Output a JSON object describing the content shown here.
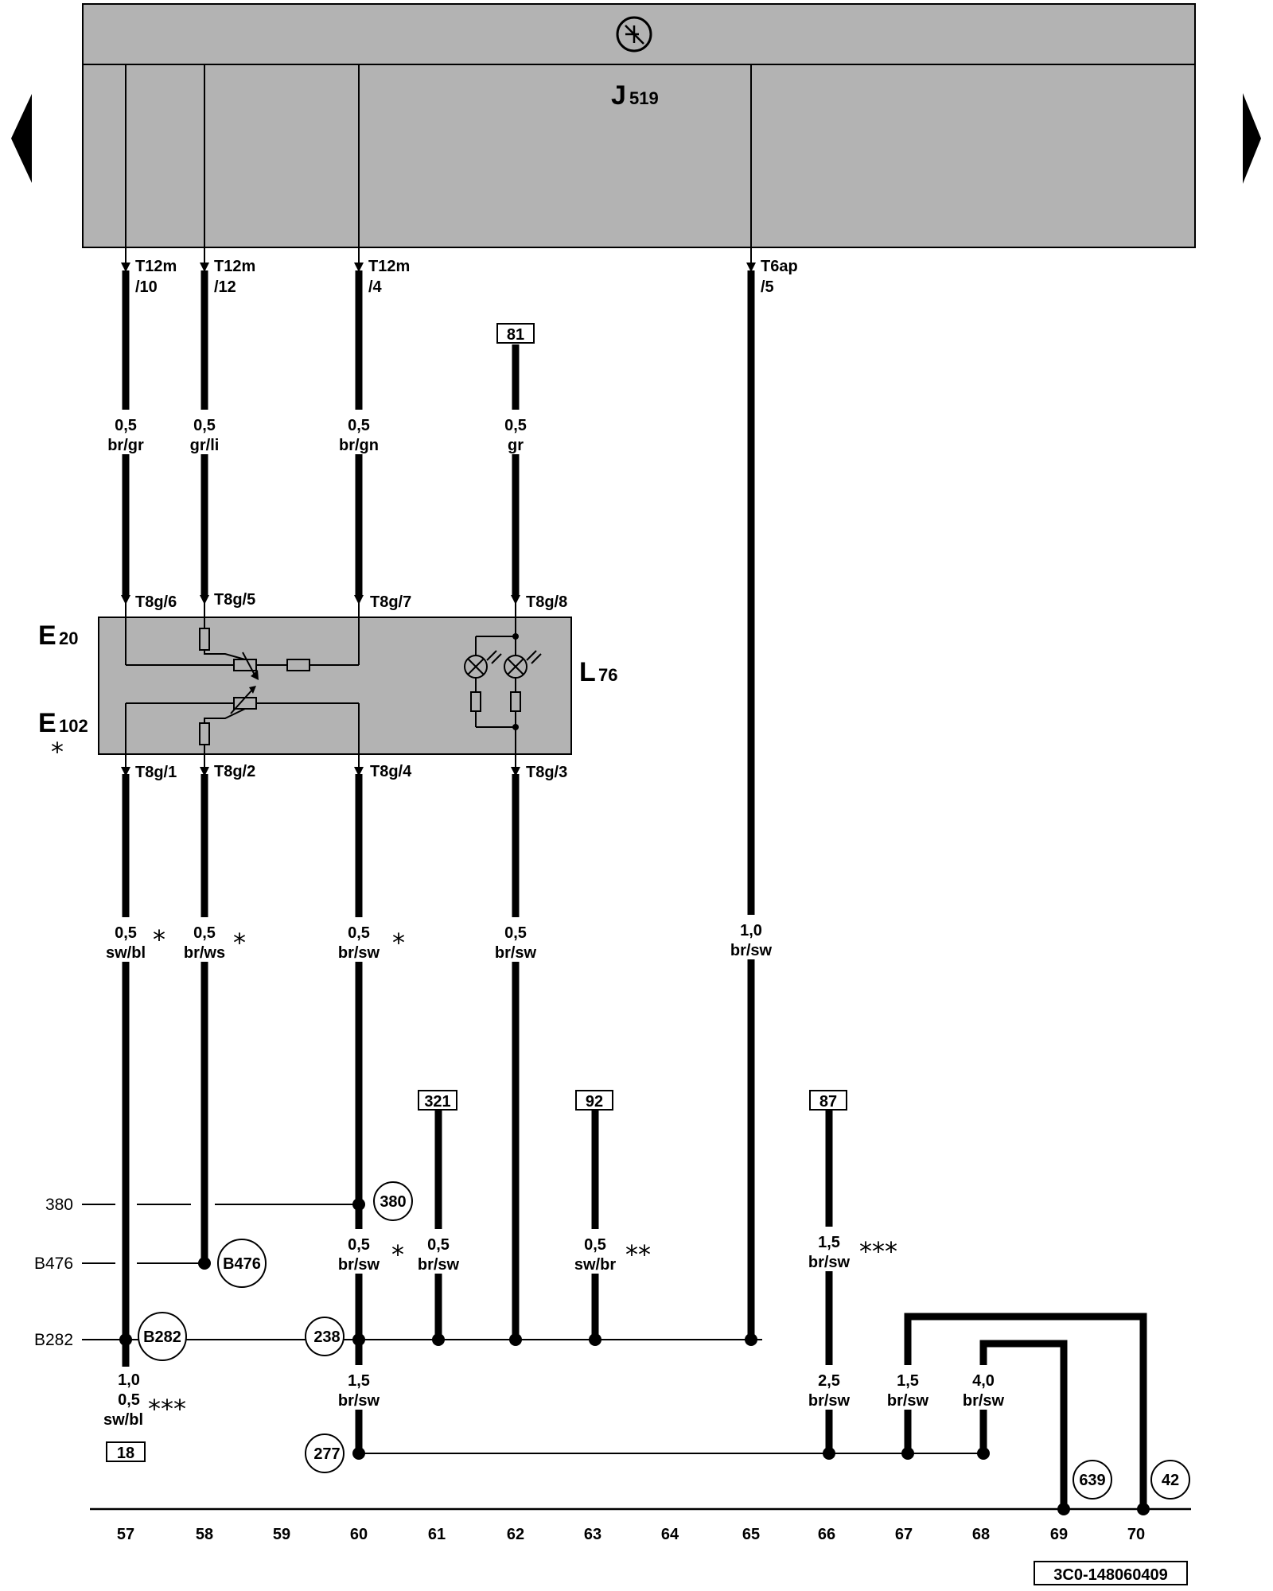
{
  "control_unit": {
    "name": "J",
    "sub": "519"
  },
  "navigation": {
    "prev_label": "",
    "next_label": ""
  },
  "components": {
    "e20": {
      "name": "E",
      "sub": "20"
    },
    "e102": {
      "name": "E",
      "sub": "102",
      "star": "*"
    },
    "l76": {
      "name": "L",
      "sub": "76"
    }
  },
  "top_pins": [
    {
      "l1": "T12m",
      "l2": "/10"
    },
    {
      "l1": "T12m",
      "l2": "/12"
    },
    {
      "l1": "T12m",
      "l2": "/4"
    },
    {
      "l1": "T6ap",
      "l2": "/5"
    }
  ],
  "switch_pins": {
    "top": [
      "T8g/6",
      "T8g/5",
      "T8g/7",
      "T8g/8"
    ],
    "bottom": [
      "T8g/1",
      "T8g/2",
      "T8g/4",
      "T8g/3"
    ]
  },
  "wire_labels": [
    {
      "size": "0,5",
      "color": "br/gr"
    },
    {
      "size": "0,5",
      "color": "gr/li"
    },
    {
      "size": "0,5",
      "color": "br/gn"
    },
    {
      "size": "0,5",
      "color": "gr"
    },
    {
      "size": "0,5",
      "color": "sw/bl",
      "star": "*"
    },
    {
      "size": "0,5",
      "color": "br/ws",
      "star": "*"
    },
    {
      "size": "0,5",
      "color": "br/sw",
      "star": "*"
    },
    {
      "size": "0,5",
      "color": "br/sw"
    },
    {
      "size": "1,0",
      "color": "br/sw"
    },
    {
      "size": "0,5",
      "color": "br/sw",
      "star": "*"
    },
    {
      "size": "0,5",
      "color": "br/sw"
    },
    {
      "size": "0,5",
      "color": "sw/br",
      "star": "**"
    },
    {
      "size": "1,5",
      "color": "br/sw",
      "star": "***"
    },
    {
      "size": "1,5",
      "color": "br/sw"
    },
    {
      "size": "2,5",
      "color": "br/sw"
    },
    {
      "size": "1,5",
      "color": "br/sw"
    },
    {
      "size": "4,0",
      "color": "br/sw"
    }
  ],
  "wire_57_bottom": {
    "l1": "1,0",
    "l2": "0,5",
    "l3": "sw/bl",
    "star": "***"
  },
  "boxed_refs": [
    "81",
    "321",
    "92",
    "87",
    "18"
  ],
  "circled_refs": [
    "380",
    "B476",
    "B282",
    "238",
    "277",
    "639",
    "42"
  ],
  "left_refs": [
    "380",
    "B476",
    "B282"
  ],
  "tracks": [
    "57",
    "58",
    "59",
    "60",
    "61",
    "62",
    "63",
    "64",
    "65",
    "66",
    "67",
    "68",
    "69",
    "70"
  ],
  "doc_code": "3C0-148060409"
}
